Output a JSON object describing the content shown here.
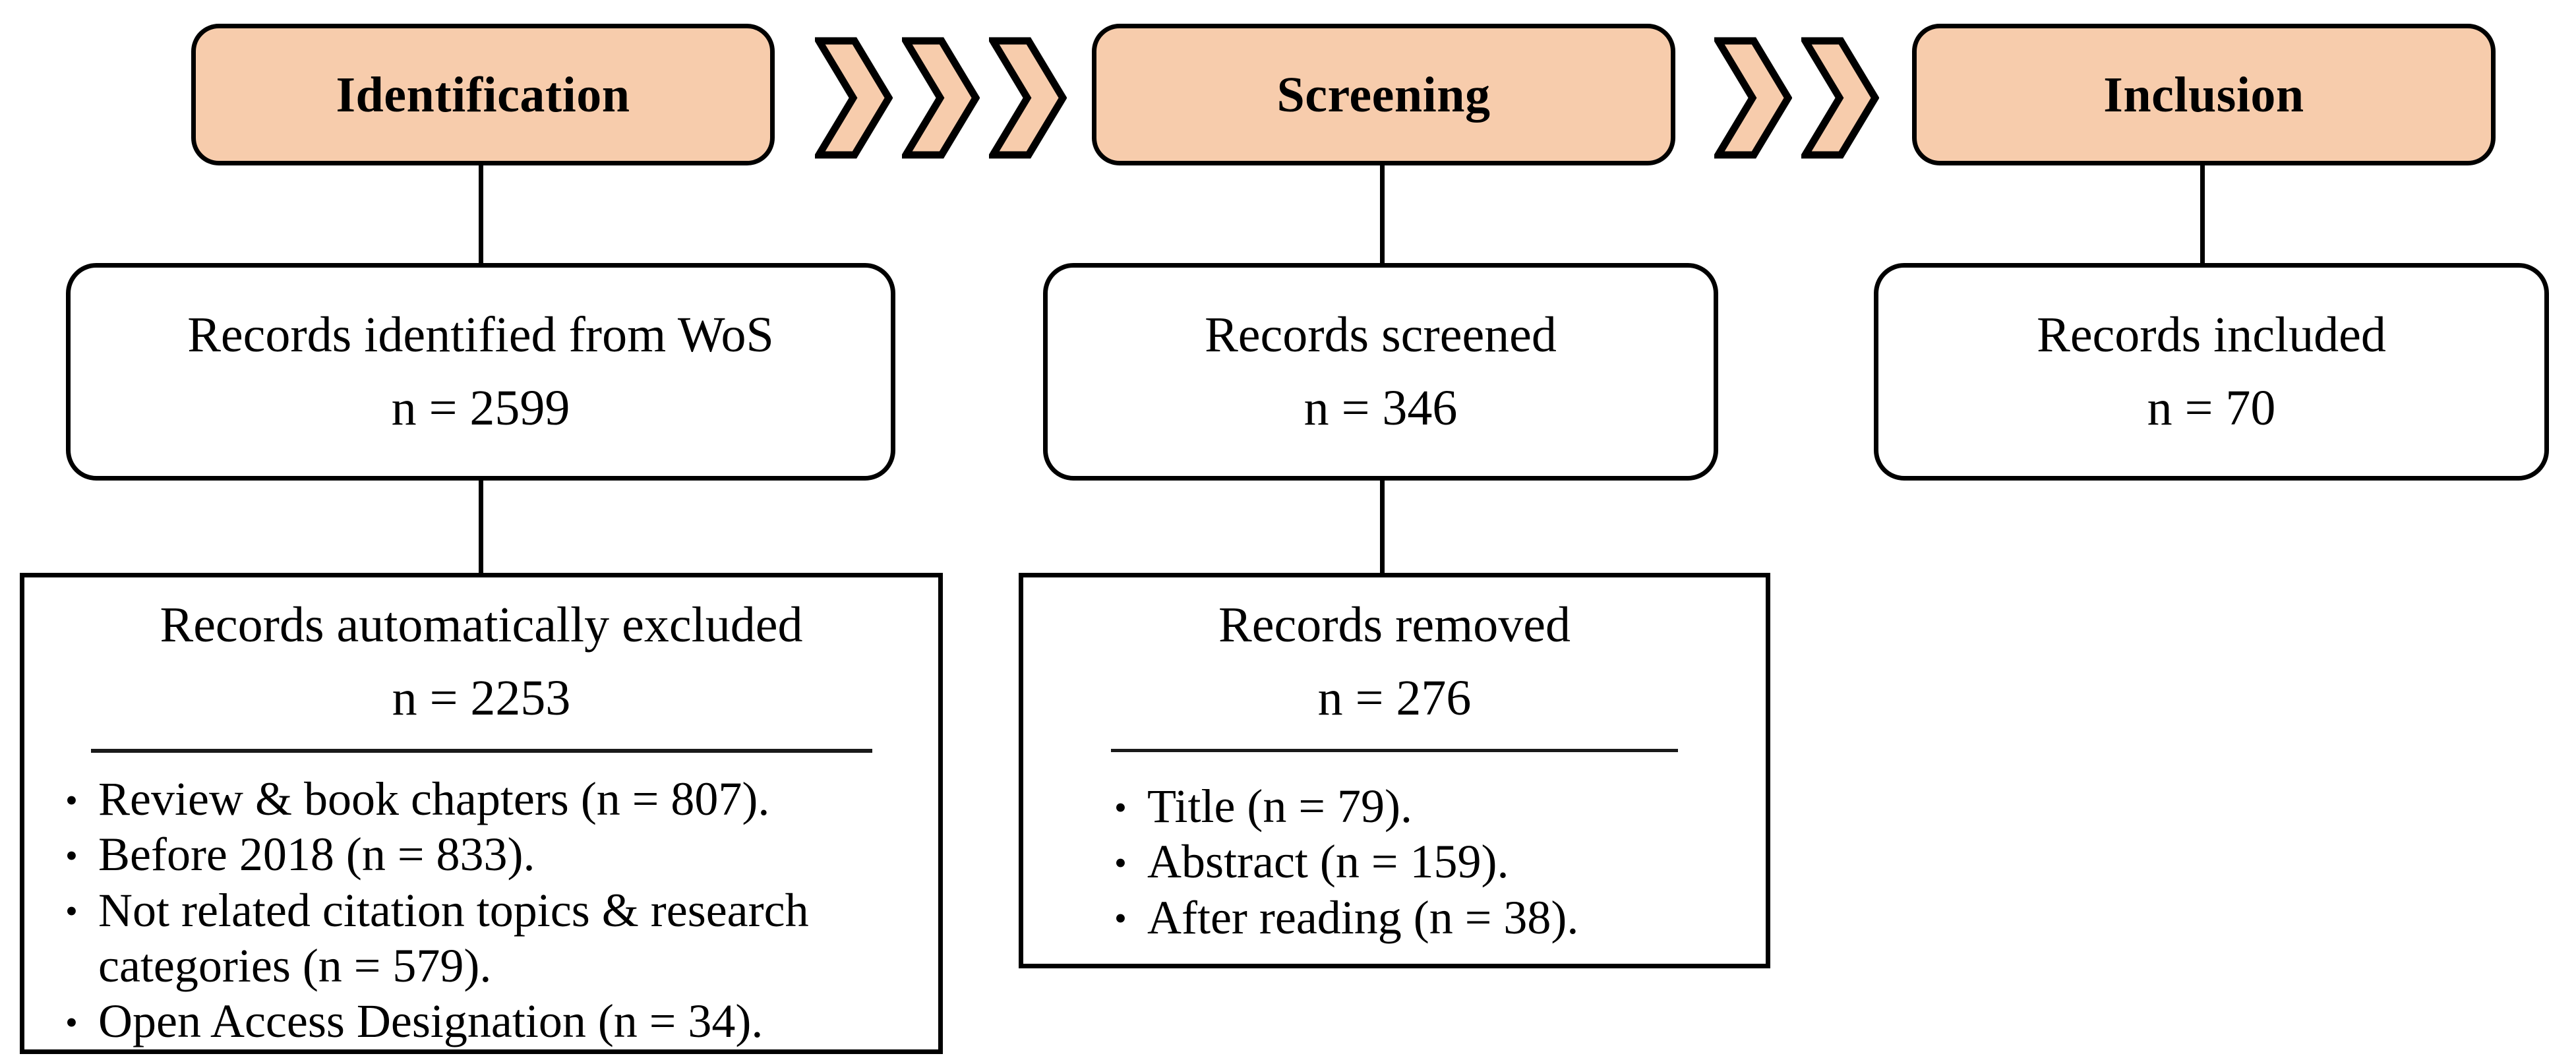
{
  "diagram": {
    "type": "prisma-flow-diagram",
    "colors": {
      "stage_fill": "#F7CCAC",
      "stroke": "#000000",
      "box_fill": "#FFFFFF"
    },
    "stages": [
      {
        "id": "identification",
        "label": "Identification"
      },
      {
        "id": "screening",
        "label": "Screening"
      },
      {
        "id": "inclusion",
        "label": "Inclusion"
      }
    ],
    "connectors": {
      "chevron_group_1": {
        "count": 3,
        "icon": "chevron-right-icon"
      },
      "chevron_group_2": {
        "count": 2,
        "icon": "chevron-right-icon"
      }
    },
    "records": [
      {
        "id": "identified",
        "title": "Records identified from WoS",
        "count": "n = 2599"
      },
      {
        "id": "screened",
        "title": "Records screened",
        "count": "n = 346"
      },
      {
        "id": "included",
        "title": "Records included",
        "count": "n = 70"
      }
    ],
    "details": [
      {
        "id": "auto-excluded",
        "title": "Records automatically excluded",
        "count": "n = 2253",
        "bullet": "•",
        "items": [
          "Review & book chapters (n = 807).",
          "Before 2018 (n = 833).",
          "Not related citation topics & research categories (n = 579).",
          "Open Access Designation (n = 34)."
        ]
      },
      {
        "id": "removed",
        "title": "Records removed",
        "count": "n = 276",
        "bullet": "•",
        "items": [
          "Title (n = 79).",
          "Abstract (n = 159).",
          "After reading (n = 38)."
        ]
      }
    ]
  }
}
